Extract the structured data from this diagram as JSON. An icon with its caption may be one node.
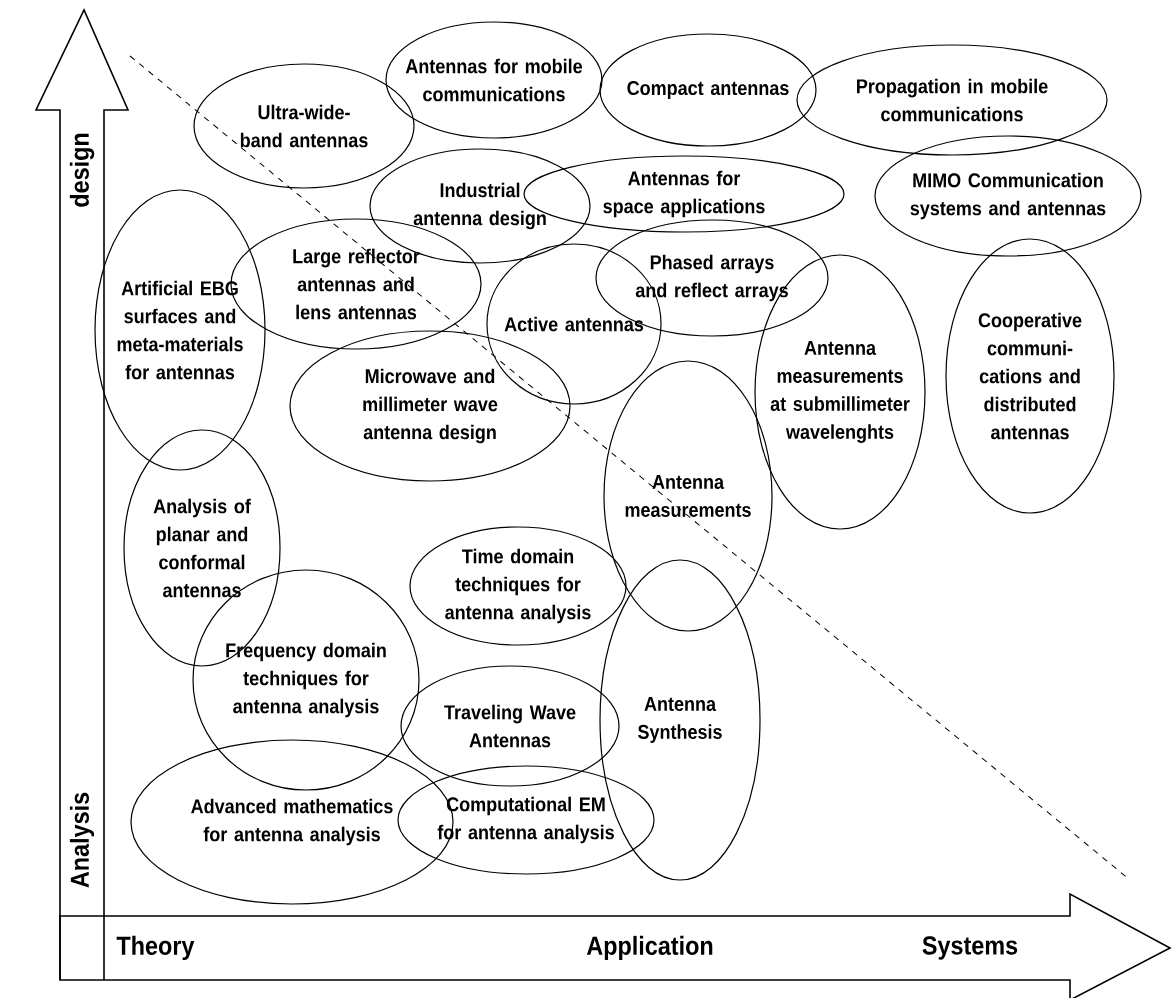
{
  "diagram": {
    "nodes": [
      {
        "text": [
          "Antennas for mobile communications"
        ]
      },
      {
        "text": [
          "Compact antennas"
        ]
      },
      {
        "text": [
          "Propagation in mobile communications"
        ]
      },
      {
        "text": [
          "Ultra-wide-band antennas"
        ]
      },
      {
        "text": [
          "Industrial antenna design"
        ]
      },
      {
        "text": [
          "Antennas for space applications"
        ]
      },
      {
        "text": [
          "MIMO Communication systems and antennas"
        ]
      },
      {
        "text": [
          "Artificial EBG surfaces and meta-materials for antennas"
        ]
      },
      {
        "text": [
          "Large reflector antennas and lens antennas"
        ]
      },
      {
        "text": [
          "Phased arrays and reflect arrays"
        ]
      },
      {
        "text": [
          "Active antennas"
        ]
      },
      {
        "text": [
          "Cooperative communi- cations and distributed antennas"
        ]
      },
      {
        "text": [
          "Antenna measurements at submillimeter wavelenghts"
        ]
      },
      {
        "text": [
          "Microwave and millimeter wave antenna design"
        ]
      },
      {
        "text": [
          "Antenna measurements"
        ]
      },
      {
        "text": [
          "Analysis of planar and conformal antennas"
        ]
      },
      {
        "text": [
          "Time domain techniques for antenna analysis"
        ]
      },
      {
        "text": [
          "Frequency domain techniques for antenna analysis"
        ]
      },
      {
        "text": [
          "Antenna Synthesis"
        ]
      },
      {
        "text": [
          "Traveling Wave Antennas"
        ]
      },
      {
        "text": [
          "Advanced mathematics for antenna analysis"
        ]
      },
      {
        "text": [
          "Computational EM for antenna analysis"
        ]
      }
    ],
    "labels": [
      "design",
      "Analysis",
      "Theory",
      "Application",
      "Systems"
    ]
  }
}
